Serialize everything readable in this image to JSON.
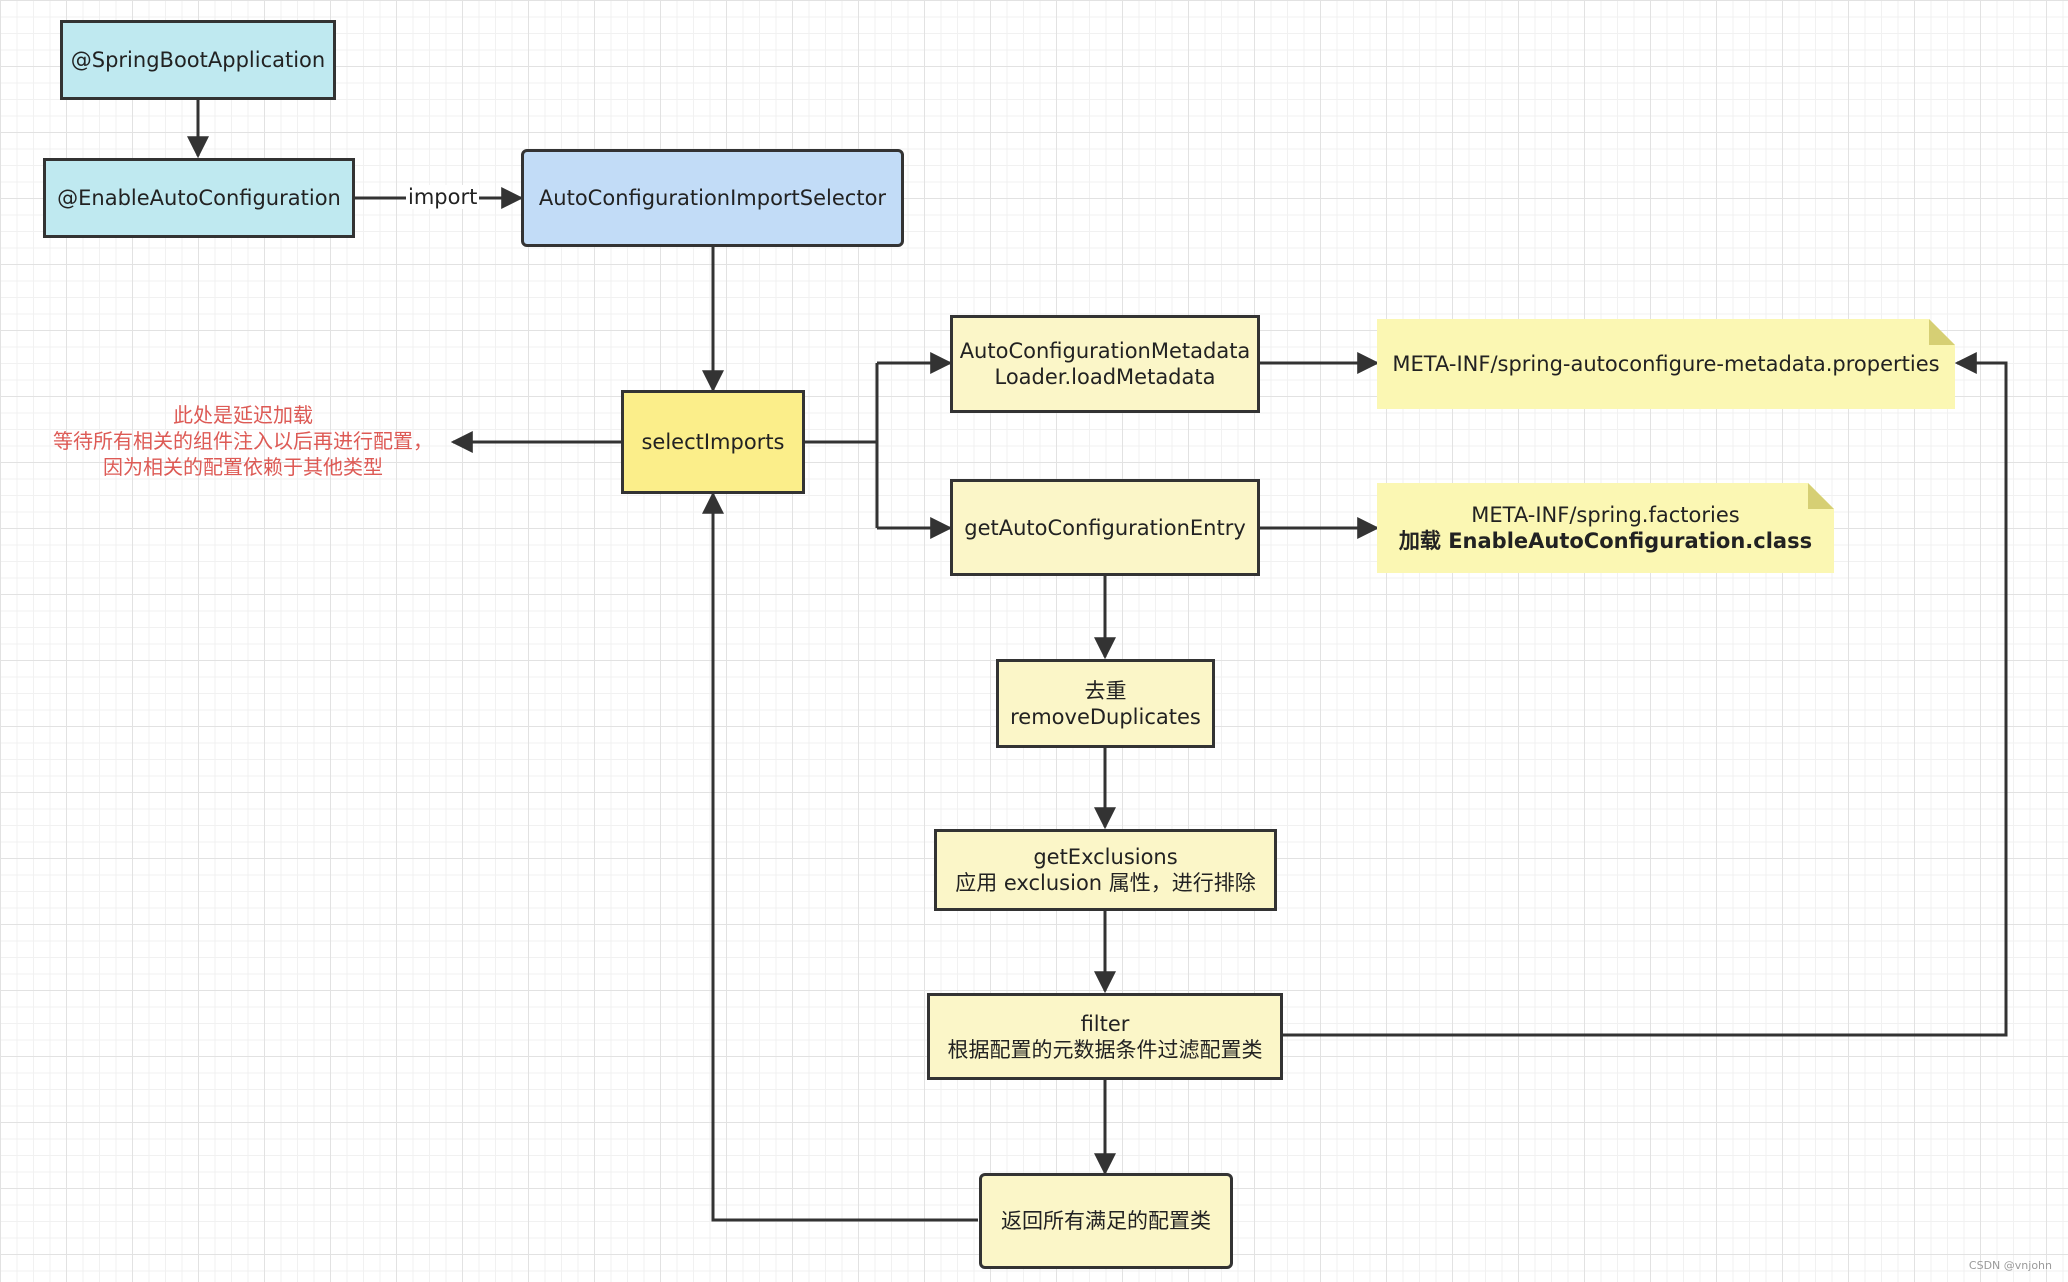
{
  "nodes": {
    "spring_boot_app": "@SpringBootApplication",
    "enable_auto_config": "@EnableAutoConfiguration",
    "import_selector": "AutoConfigurationImportSelector",
    "select_imports": "selectImports",
    "metadata_loader": {
      "line1": "AutoConfigurationMetadata",
      "line2": "Loader.loadMetadata"
    },
    "get_entry": "getAutoConfigurationEntry",
    "remove_duplicates": {
      "line1": "去重",
      "line2": "removeDuplicates"
    },
    "get_exclusions": {
      "line1": "getExclusions",
      "line2": "应用 exclusion 属性，进行排除"
    },
    "filter": {
      "line1": "filter",
      "line2": "根据配置的元数据条件过滤配置类"
    },
    "return_all": "返回所有满足的配置类"
  },
  "notes": {
    "metadata_props": "META-INF/spring-autoconfigure-metadata.properties",
    "spring_factories": {
      "line1": "META-INF/spring.factories",
      "line2": "加载 EnableAutoConfiguration.class"
    }
  },
  "edge_labels": {
    "import": "import"
  },
  "annotation": {
    "line1": "此处是延迟加载",
    "line2": "等待所有相关的组件注入以后再进行配置，",
    "line3": "因为相关的配置依赖于其他类型"
  },
  "colors": {
    "cyan_fill": "#bfe9f0",
    "blue_fill": "#c2dcf7",
    "bright_yellow_fill": "#fbee8a",
    "pale_yellow_fill": "#fbf6c8",
    "note_fill": "#fbf7b3",
    "annotation_text": "#dd5a55",
    "stroke": "#333333"
  },
  "watermark": "CSDN @vnjohn"
}
